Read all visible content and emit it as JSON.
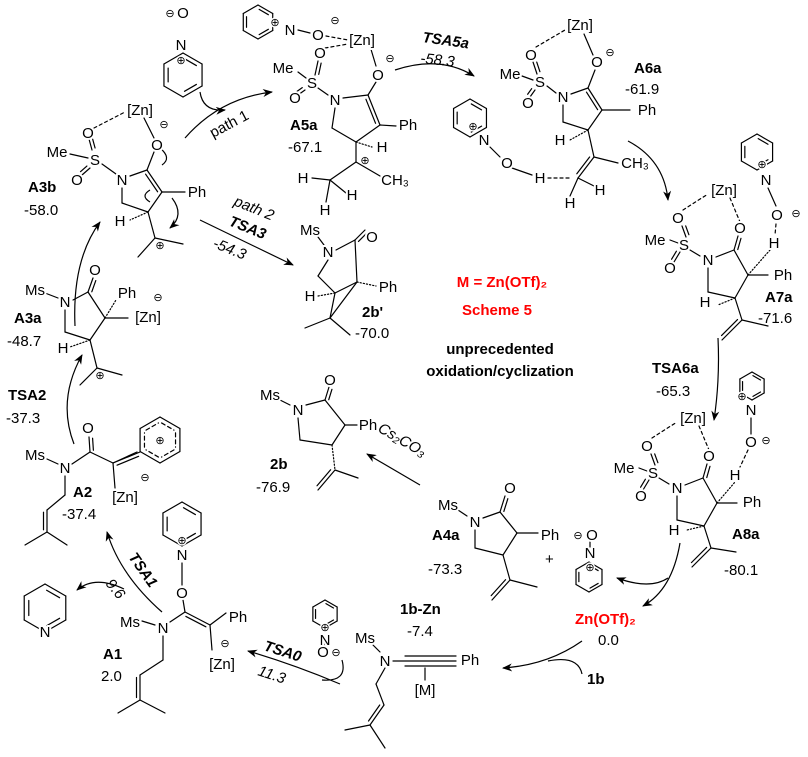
{
  "colors": {
    "accent": "#ff0000",
    "ink": "#000000"
  },
  "header": {
    "metal_definition": "M = Zn(OTf)₂",
    "scheme_title": "Scheme 5",
    "caption_line1": "unprecedented",
    "caption_line2": "oxidation/cyclization"
  },
  "compounds": {
    "A3b": {
      "name": "A3b",
      "energy": "-58.0"
    },
    "A5a": {
      "name": "A5a",
      "energy": "-67.1"
    },
    "A6a": {
      "name": "A6a",
      "energy": "-61.9"
    },
    "A7a": {
      "name": "A7a",
      "energy": "-71.6"
    },
    "A8a": {
      "name": "A8a",
      "energy": "-80.1"
    },
    "A4a": {
      "name": "A4a",
      "energy": "-73.3"
    },
    "b2": {
      "name": "2b",
      "energy": "-76.9"
    },
    "b2p": {
      "name": "2b'",
      "energy": "-70.0"
    },
    "A3a": {
      "name": "A3a",
      "energy": "-48.7"
    },
    "A2": {
      "name": "A2",
      "energy": "-37.4"
    },
    "A1": {
      "name": "A1",
      "energy": "2.0"
    },
    "b1Zn": {
      "name": "1b-Zn",
      "energy": "-7.4"
    },
    "catalyst": {
      "name": "Zn(OTf)₂",
      "energy": "0.0"
    },
    "b1": {
      "name": "1b"
    }
  },
  "transitions": {
    "TSA5a": {
      "name": "TSA5a",
      "energy": "-58.3"
    },
    "TSA6a": {
      "name": "TSA6a",
      "energy": "-65.3"
    },
    "TSA3": {
      "name": "TSA3",
      "energy": "-54.3"
    },
    "TSA2": {
      "name": "TSA2",
      "energy": "-37.3"
    },
    "TSA1": {
      "name": "TSA1",
      "energy": "9.6"
    },
    "TSA0": {
      "name": "TSA0",
      "energy": "11.3"
    }
  },
  "paths": {
    "path1": "path 1",
    "path2": "path 2"
  },
  "reagents": {
    "base": "Cs₂CO₃",
    "plus": "+"
  },
  "structures": {
    "topNOxide": {
      "atoms": [
        "O",
        "⊖",
        "N",
        "⊕"
      ]
    },
    "A3b": {
      "atoms": [
        "[Zn]",
        "O",
        "O",
        "⊖",
        "Me",
        "S",
        "O",
        "N",
        "Ph",
        "H",
        "⊕"
      ]
    },
    "A5a": {
      "atoms": [
        "N",
        "⊕",
        "O",
        "⊖",
        "[Zn]",
        "O",
        "Me",
        "S",
        "O",
        "N",
        "O",
        "⊖",
        "Ph",
        "H",
        "⊕",
        "H",
        "CH₃",
        "H",
        "H"
      ]
    },
    "A6a": {
      "atoms": [
        "[Zn]",
        "O",
        "O",
        "⊖",
        "Me",
        "S",
        "O",
        "N",
        "Ph",
        "H",
        "CH₃",
        "N",
        "⊕",
        "O",
        "H",
        "H",
        "H"
      ]
    },
    "A7a": {
      "atoms": [
        "[Zn]",
        "O",
        "O",
        "Me",
        "S",
        "O",
        "N",
        "Ph",
        "H",
        "N",
        "⊕",
        "O",
        "⊖",
        "H"
      ]
    },
    "A8a": {
      "atoms": [
        "[Zn]",
        "O",
        "O",
        "Me",
        "S",
        "O",
        "N",
        "Ph",
        "H",
        "N",
        "⊕",
        "O",
        "⊖",
        "H"
      ]
    },
    "A4a": {
      "atoms": [
        "Ms",
        "N",
        "O",
        "Ph",
        "O",
        "⊖",
        "N",
        "⊕"
      ]
    },
    "b2": {
      "atoms": [
        "Ms",
        "N",
        "O",
        "Ph"
      ]
    },
    "b2p": {
      "atoms": [
        "Ms",
        "N",
        "O",
        "Ph",
        "H"
      ]
    },
    "A3a": {
      "atoms": [
        "Ms",
        "N",
        "O",
        "Ph",
        "[Zn]",
        "⊖",
        "H",
        "⊕"
      ]
    },
    "A2": {
      "atoms": [
        "Ms",
        "N",
        "O",
        "⊕",
        "[Zn]",
        "⊖"
      ]
    },
    "A1": {
      "atoms": [
        "Ms",
        "N",
        "O",
        "N",
        "⊕",
        "Ph",
        "[Zn]",
        "⊖"
      ]
    },
    "b1Zn": {
      "atoms": [
        "Ms",
        "N",
        "Ph",
        "[M]",
        "N",
        "⊕",
        "O",
        "⊖"
      ]
    },
    "pyridine": {
      "atoms": [
        "N"
      ]
    }
  }
}
